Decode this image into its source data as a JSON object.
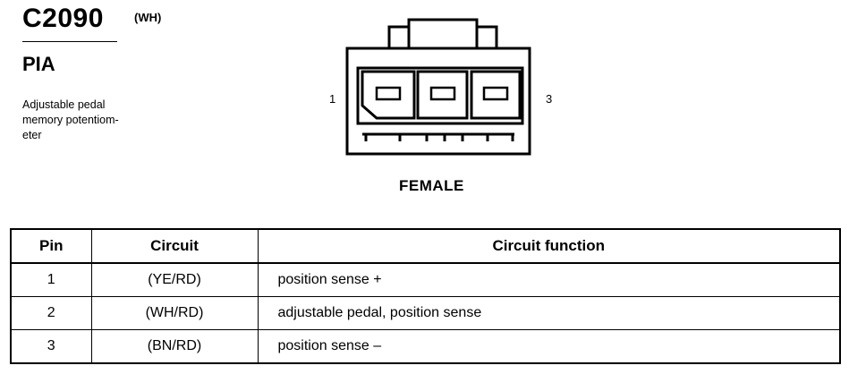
{
  "connector": {
    "id": "C2090",
    "color_code": "(WH)",
    "component": "PIA",
    "description_lines": [
      "Adjustable pedal",
      "memory potentiom-",
      "eter"
    ],
    "pin_label_left": "1",
    "pin_label_right": "3",
    "view": "FEMALE"
  },
  "table": {
    "headers": [
      "Pin",
      "Circuit",
      "Circuit function"
    ],
    "rows": [
      {
        "pin": "1",
        "circuit": "(YE/RD)",
        "function": "position sense +"
      },
      {
        "pin": "2",
        "circuit": "(WH/RD)",
        "function": "adjustable pedal, position sense"
      },
      {
        "pin": "3",
        "circuit": "(BN/RD)",
        "function": "position sense –"
      }
    ]
  }
}
